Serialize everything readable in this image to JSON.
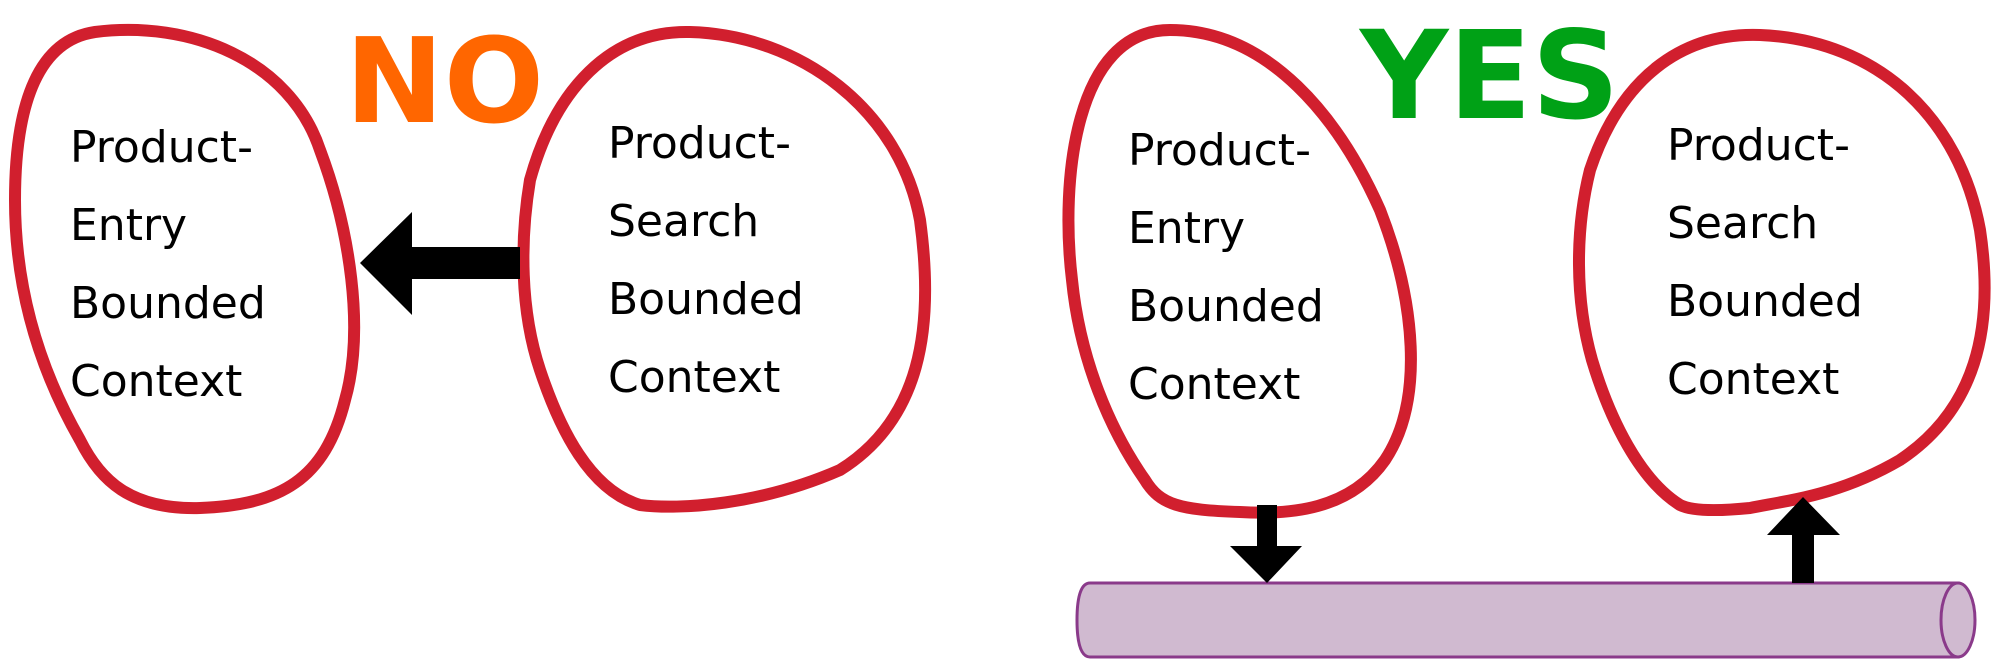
{
  "colors": {
    "blob_stroke": "#D11F2E",
    "no_label": "#FF6600",
    "yes_label": "#00A116",
    "arrow": "#000000",
    "bus_fill": "#D0BAD0",
    "bus_stroke": "#8A3A8A"
  },
  "no_panel": {
    "label": "NO",
    "contexts": [
      {
        "lines": [
          "Product-",
          "Entry",
          "Bounded",
          "Context"
        ]
      },
      {
        "lines": [
          "Product-",
          "Search",
          "Bounded",
          "Context"
        ]
      }
    ],
    "arrow_direction": "search-to-entry (direct dependency)"
  },
  "yes_panel": {
    "label": "YES",
    "contexts": [
      {
        "lines": [
          "Product-",
          "Entry",
          "Bounded",
          "Context"
        ]
      },
      {
        "lines": [
          "Product-",
          "Search",
          "Bounded",
          "Context"
        ]
      }
    ],
    "bus_icon": "pipe-message-bus-icon",
    "arrows": [
      "entry-to-bus (publish)",
      "bus-to-search (subscribe)"
    ]
  }
}
